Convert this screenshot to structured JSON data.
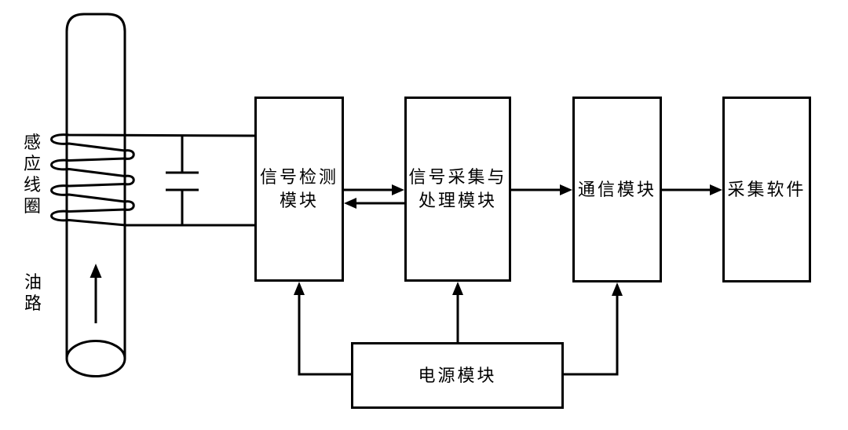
{
  "diagram": {
    "labels": {
      "coil": "感\n应\n线\n圈",
      "oil_path": "油\n路"
    },
    "blocks": {
      "signal_detection": "信号检测\n模块",
      "signal_acquisition": "信号采集与\n处理模块",
      "communication": "通信模块",
      "software": "采集软件",
      "power": "电源模块"
    },
    "colors": {
      "line": "#000000",
      "background": "#ffffff"
    }
  }
}
